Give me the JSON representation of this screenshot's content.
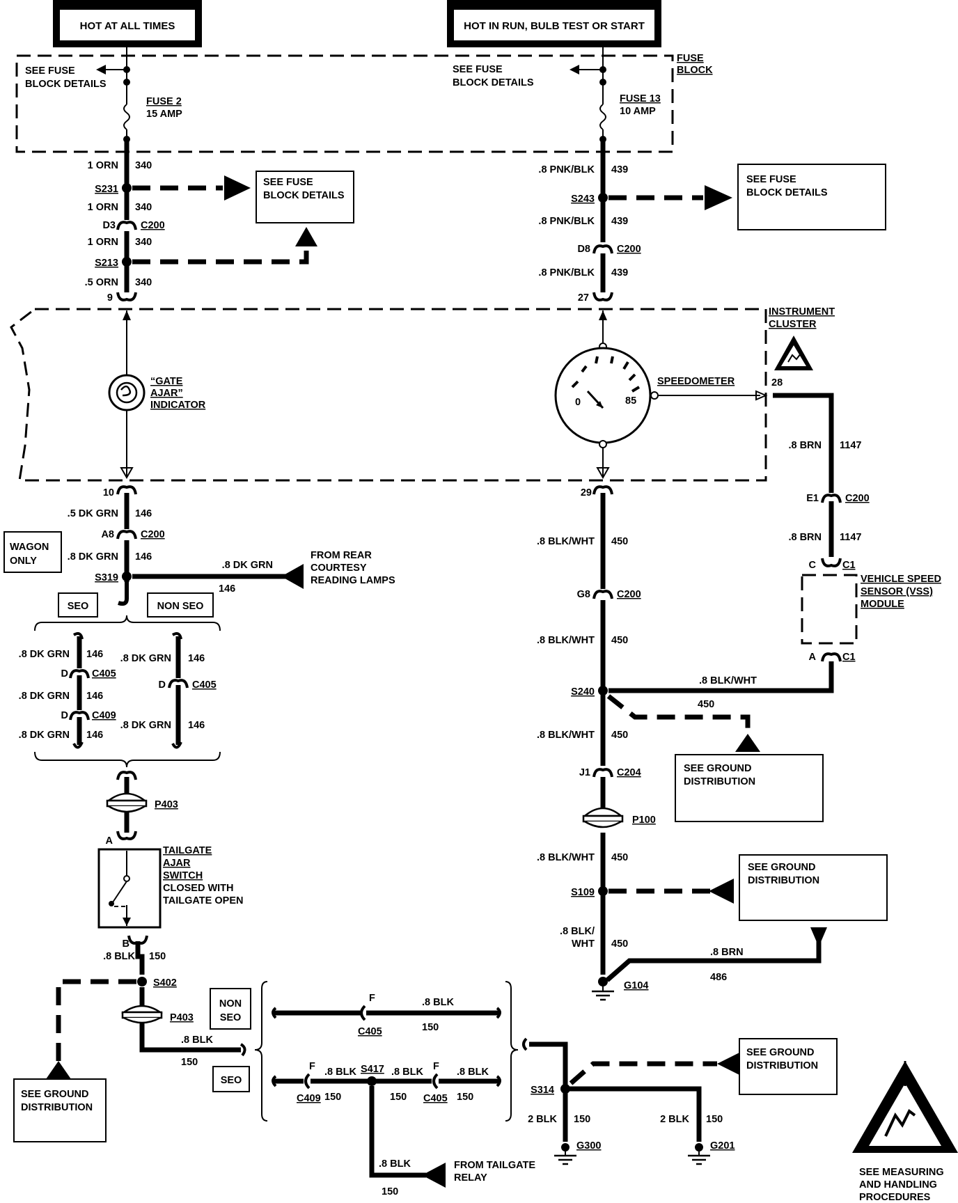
{
  "headers": {
    "left": "HOT AT ALL TIMES",
    "right": "HOT IN RUN, BULB TEST OR START"
  },
  "fuse_block": {
    "title1": "FUSE",
    "title2": "BLOCK",
    "see_left_1": "SEE FUSE",
    "see_left_2": "BLOCK DETAILS",
    "see_right_1": "SEE FUSE",
    "see_right_2": "BLOCK DETAILS",
    "fuse2_name": "FUSE 2",
    "fuse2_amp": "15 AMP",
    "fuse13_name": "FUSE 13",
    "fuse13_amp": "10 AMP"
  },
  "ref_boxes": {
    "fuse_left_1": "SEE FUSE",
    "fuse_left_2": "BLOCK DETAILS",
    "fuse_right_1": "SEE FUSE",
    "fuse_right_2": "BLOCK DETAILS",
    "ground1_1": "SEE GROUND",
    "ground1_2": "DISTRIBUTION",
    "ground2_1": "SEE GROUND",
    "ground2_2": "DISTRIBUTION",
    "ground3_1": "SEE GROUND",
    "ground3_2": "DISTRIBUTION",
    "ground4_1": "SEE GROUND",
    "ground4_2": "DISTRIBUTION"
  },
  "left_circuit": {
    "w1_size": "1 ORN",
    "w1_num": "340",
    "s231": "S231",
    "w2_size": "1 ORN",
    "w2_num": "340",
    "d3": "D3",
    "c200a": "C200",
    "w3_size": "1 ORN",
    "w3_num": "340",
    "s213": "S213",
    "w4_size": ".5 ORN",
    "w4_num": "340",
    "pin9": "9",
    "gate_1": "“GATE",
    "gate_2": "AJAR”",
    "gate_3": "INDICATOR",
    "pin10": "10",
    "w5_size": ".5 DK GRN",
    "w5_num": "146",
    "a8": "A8",
    "c200b": "C200",
    "w6_size": ".8 DK GRN",
    "w6_num": "146",
    "wagon_1": "WAGON",
    "wagon_2": "ONLY",
    "s319": "S319",
    "rear_wire_size": ".8 DK GRN",
    "rear_wire_num": "146",
    "rear_1": "FROM REAR",
    "rear_2": "COURTESY",
    "rear_3": "READING LAMPS",
    "seo": "SEO",
    "non_seo": "NON SEO",
    "seo_w1_size": ".8 DK GRN",
    "seo_w1_num": "146",
    "seo_d1": "D",
    "c405a": "C405",
    "seo_w2_size": ".8 DK GRN",
    "seo_w2_num": "146",
    "seo_d2": "D",
    "c409a": "C409",
    "seo_w3_size": ".8 DK GRN",
    "seo_w3_num": "146",
    "nseo_w1_size": ".8 DK GRN",
    "nseo_w1_num": "146",
    "nseo_d": "D",
    "c405b": "C405",
    "nseo_w2_size": ".8 DK GRN",
    "nseo_w2_num": "146",
    "p403a": "P403",
    "pin_a": "A",
    "switch_1": "TAILGATE",
    "switch_2": "AJAR",
    "switch_3": "SWITCH",
    "switch_4": "CLOSED WITH",
    "switch_5": "TAILGATE OPEN",
    "pin_b": "B",
    "w7_size": ".8 BLK",
    "w7_num": "150",
    "s402": "S402",
    "p403b": "P403",
    "w8_size": ".8 BLK",
    "w8_num": "150"
  },
  "bottom_circuit": {
    "non_seo_1": "NON",
    "non_seo_2": "SEO",
    "seo": "SEO",
    "f1": "F",
    "c405c": "C405",
    "wa_size": ".8 BLK",
    "wa_num": "150",
    "f2": "F",
    "c409b": "C409",
    "wb_size": ".8 BLK",
    "wb_num": "150",
    "s417": "S417",
    "wc_size": ".8 BLK",
    "wc_num": "150",
    "f3": "F",
    "c405d": "C405",
    "wd_size": ".8 BLK",
    "wd_num": "150",
    "relay_size": ".8 BLK",
    "relay_num": "150",
    "relay_1": "FROM TAILGATE",
    "relay_2": "RELAY",
    "s314": "S314",
    "g300_size": "2 BLK",
    "g300_num": "150",
    "g300": "G300",
    "g201_size": "2 BLK",
    "g201_num": "150",
    "g201": "G201"
  },
  "right_circuit": {
    "w1_size": ".8 PNK/BLK",
    "w1_num": "439",
    "s243": "S243",
    "w2_size": ".8 PNK/BLK",
    "w2_num": "439",
    "d8": "D8",
    "c200a": "C200",
    "w3_size": ".8 PNK/BLK",
    "w3_num": "439",
    "pin27": "27",
    "cluster_1": "INSTRUMENT",
    "cluster_2": "CLUSTER",
    "speedo": "SPEEDOMETER",
    "gauge_min": "0",
    "gauge_max": "85",
    "pin28": "28",
    "pin29": "29",
    "w4_size": ".8 BLK/WHT",
    "w4_num": "450",
    "g8": "G8",
    "c200b": "C200",
    "w5_size": ".8 BLK/WHT",
    "w5_num": "450",
    "s240": "S240",
    "s240_gnd_num": "450",
    "w6_size": ".8 BLK/WHT",
    "w6_num": "450",
    "j1": "J1",
    "c204": "C204",
    "p100": "P100",
    "w7_size": ".8 BLK/WHT",
    "w7_num": "450",
    "s109": "S109",
    "w8_size_1": ".8 BLK/",
    "w8_size_2": "WHT",
    "w8_num": "450",
    "brn_size": ".8 BRN",
    "brn_num": "486",
    "g104": "G104",
    "vss_w1_size": ".8 BRN",
    "vss_w1_num": "1147",
    "e1": "E1",
    "c200c": "C200",
    "vss_w2_size": ".8 BRN",
    "vss_w2_num": "1147",
    "vss_c_pin": "C",
    "vss_c1a": "C1",
    "vss_1": "VEHICLE SPEED",
    "vss_2": "SENSOR (VSS)",
    "vss_3": "MODULE",
    "vss_a_pin": "A",
    "vss_c1b": "C1",
    "vss_out_size": ".8 BLK/WHT"
  },
  "esd_1": "SEE MEASURING",
  "esd_2": "AND HANDLING",
  "esd_3": "PROCEDURES"
}
